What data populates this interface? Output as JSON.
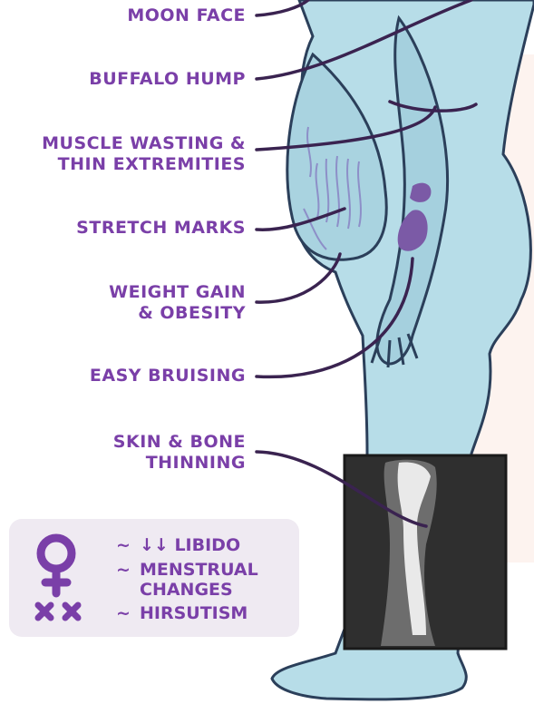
{
  "labels": [
    {
      "id": "moon-face",
      "lines": [
        "MOON FACE"
      ]
    },
    {
      "id": "buffalo-hump",
      "lines": [
        "BUFFALO HUMP"
      ]
    },
    {
      "id": "muscle-wasting",
      "lines": [
        "MUSCLE WASTING &",
        "THIN EXTREMITIES"
      ]
    },
    {
      "id": "stretch-marks",
      "lines": [
        "STRETCH MARKS"
      ]
    },
    {
      "id": "weight-gain",
      "lines": [
        "WEIGHT GAIN",
        "& OBESITY"
      ]
    },
    {
      "id": "easy-bruising",
      "lines": [
        "EASY BRUISING"
      ]
    },
    {
      "id": "skin-bone",
      "lines": [
        "SKIN & BONE",
        "THINNING"
      ]
    }
  ],
  "legend": {
    "bullet": "~",
    "items": [
      {
        "lines": [
          "↓↓ LIBIDO"
        ]
      },
      {
        "lines": [
          "MENSTRUAL",
          "CHANGES"
        ]
      },
      {
        "lines": [
          "HIRSUTISM"
        ]
      }
    ]
  },
  "colors": {
    "text": "#7a3fa8",
    "skin": "#b7dde8",
    "outline": "#2b3f5a",
    "bruise": "#7b5aa6",
    "xray_bg": "#2f2f2f",
    "legend_bg": "#efeaf2"
  },
  "icons": [
    "female-symbol-icon",
    "x-mark-icon"
  ]
}
